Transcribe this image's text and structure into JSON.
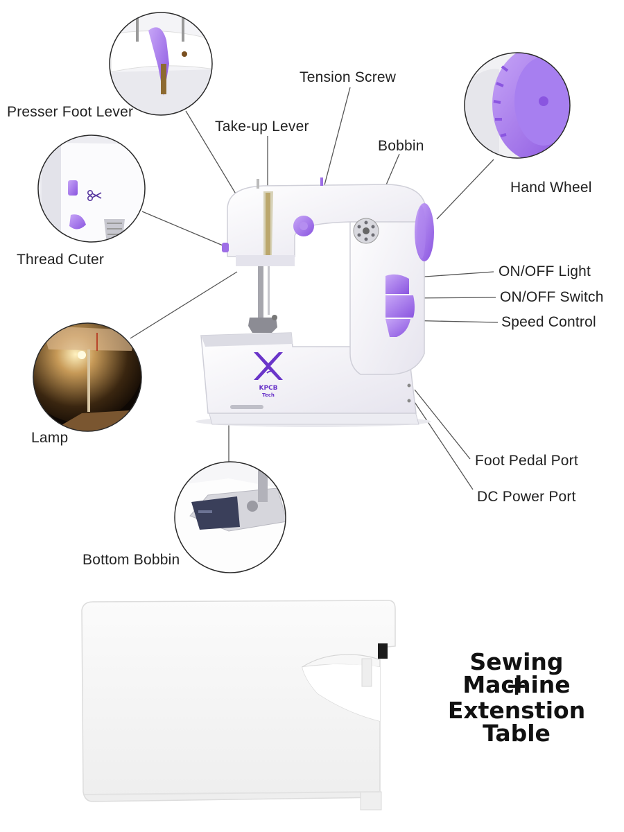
{
  "labels": {
    "presser_foot_lever": "Presser Foot Lever",
    "take_up_lever": "Take-up Lever",
    "tension_screw": "Tension Screw",
    "bobbin": "Bobbin",
    "hand_wheel": "Hand Wheel",
    "thread_cutter": "Thread Cuter",
    "on_off_light": "ON/OFF Light",
    "on_off_switch": "ON/OFF Switch",
    "speed_control": "Speed Control",
    "lamp": "Lamp",
    "foot_pedal_port": "Foot Pedal Port",
    "dc_power_port": "DC Power Port",
    "bottom_bobbin": "Bottom Bobbin"
  },
  "brand": {
    "name": "KPCB",
    "sub": "Tech"
  },
  "bundle": {
    "line1": "Sewing Machine",
    "plus": "+",
    "line2": "Extenstion Table"
  },
  "colors": {
    "accent": "#9d6ee6",
    "accent_dark": "#6a35c9",
    "machine_body": "#f7f6fb",
    "leader_line": "#555555"
  },
  "icons": [
    "scissors-icon"
  ]
}
